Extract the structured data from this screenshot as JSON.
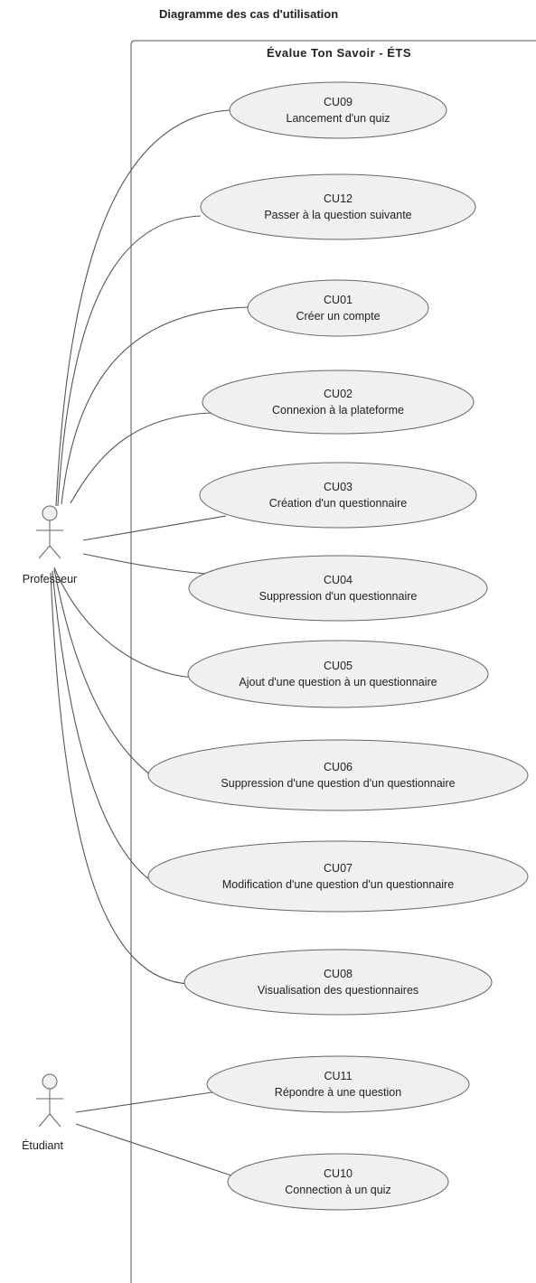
{
  "diagram_title": "Diagramme des cas d'utilisation",
  "system_name": "Évalue Ton Savoir - ÉTS",
  "actors": [
    {
      "name": "Professeur"
    },
    {
      "name": "Étudiant"
    }
  ],
  "use_cases": [
    {
      "id": "CU09",
      "name": "Lancement d'un quiz",
      "actor": 0
    },
    {
      "id": "CU12",
      "name": "Passer à la question suivante",
      "actor": 0
    },
    {
      "id": "CU01",
      "name": "Créer un compte",
      "actor": 0
    },
    {
      "id": "CU02",
      "name": "Connexion à la plateforme",
      "actor": 0
    },
    {
      "id": "CU03",
      "name": "Création d'un questionnaire",
      "actor": 0
    },
    {
      "id": "CU04",
      "name": "Suppression d'un questionnaire",
      "actor": 0
    },
    {
      "id": "CU05",
      "name": "Ajout d'une question à un questionnaire",
      "actor": 0
    },
    {
      "id": "CU06",
      "name": "Suppression d'une question d'un questionnaire",
      "actor": 0
    },
    {
      "id": "CU07",
      "name": "Modification d'une question d'un questionnaire",
      "actor": 0
    },
    {
      "id": "CU08",
      "name": "Visualisation des questionnaires",
      "actor": 0
    },
    {
      "id": "CU11",
      "name": "Répondre à une question",
      "actor": 1
    },
    {
      "id": "CU10",
      "name": "Connection à un quiz",
      "actor": 1
    }
  ]
}
